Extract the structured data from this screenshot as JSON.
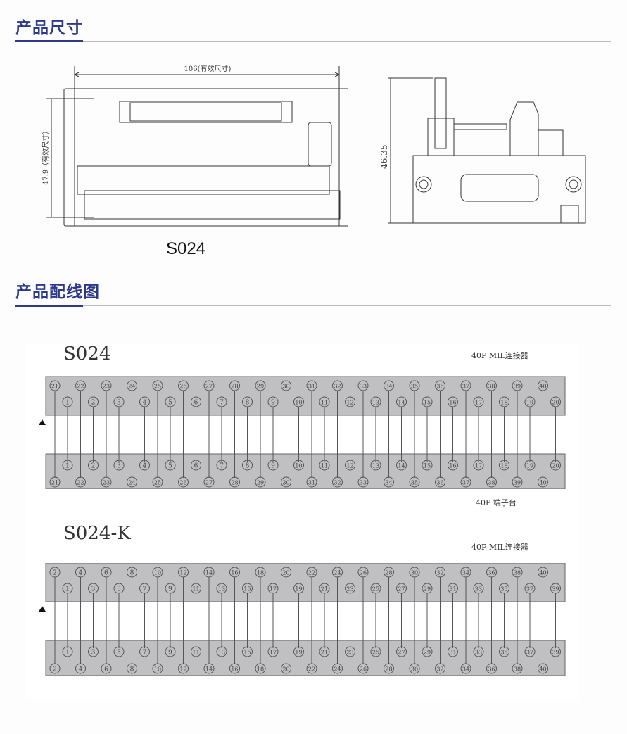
{
  "sections": {
    "dimensions": {
      "title": "产品尺寸"
    },
    "wiring": {
      "title": "产品配线图"
    }
  },
  "dimensions": {
    "width_label": "106(有效尺寸)",
    "height_label": "47.9（有效尺寸）",
    "depth_label": "46.35",
    "model": "S024"
  },
  "wiring": {
    "diagrams": [
      {
        "title": "S024",
        "connector_label": "40P MIL连接器",
        "terminal_label": "40P 端子台",
        "connector_top_row": [
          "21",
          "22",
          "23",
          "24",
          "25",
          "26",
          "27",
          "28",
          "29",
          "30",
          "31",
          "32",
          "33",
          "34",
          "35",
          "36",
          "37",
          "38",
          "39",
          "40"
        ],
        "connector_bottom_row": [
          "1",
          "2",
          "3",
          "4",
          "5",
          "6",
          "7",
          "8",
          "9",
          "10",
          "11",
          "12",
          "13",
          "14",
          "15",
          "16",
          "17",
          "18",
          "19",
          "20"
        ],
        "terminal_top_row": [
          "1",
          "2",
          "3",
          "4",
          "5",
          "6",
          "7",
          "8",
          "9",
          "10",
          "11",
          "12",
          "13",
          "14",
          "15",
          "16",
          "17",
          "18",
          "19",
          "20"
        ],
        "terminal_bottom_row": [
          "21",
          "22",
          "23",
          "24",
          "25",
          "26",
          "27",
          "28",
          "29",
          "30",
          "31",
          "32",
          "33",
          "34",
          "35",
          "36",
          "37",
          "38",
          "39",
          "40"
        ]
      },
      {
        "title": "S024-K",
        "connector_label": "40P MIL连接器",
        "connector_top_row": [
          "2",
          "4",
          "6",
          "8",
          "10",
          "12",
          "14",
          "16",
          "18",
          "20",
          "22",
          "24",
          "26",
          "28",
          "30",
          "32",
          "34",
          "36",
          "38",
          "40"
        ],
        "connector_bottom_row": [
          "1",
          "3",
          "5",
          "7",
          "9",
          "11",
          "13",
          "15",
          "17",
          "19",
          "21",
          "23",
          "25",
          "27",
          "29",
          "31",
          "33",
          "35",
          "37",
          "39"
        ],
        "terminal_top_row": [
          "1",
          "3",
          "5",
          "7",
          "9",
          "11",
          "13",
          "15",
          "17",
          "19",
          "21",
          "23",
          "25",
          "27",
          "29",
          "31",
          "33",
          "35",
          "37",
          "39"
        ],
        "terminal_bottom_row": [
          "2",
          "4",
          "6",
          "8",
          "10",
          "12",
          "14",
          "16",
          "18",
          "20",
          "22",
          "24",
          "26",
          "28",
          "30",
          "32",
          "34",
          "36",
          "38",
          "40"
        ]
      }
    ]
  },
  "colors": {
    "accent": "#2d3a8c",
    "band_fill": "#c0c0c3",
    "band_stroke": "#666666"
  }
}
